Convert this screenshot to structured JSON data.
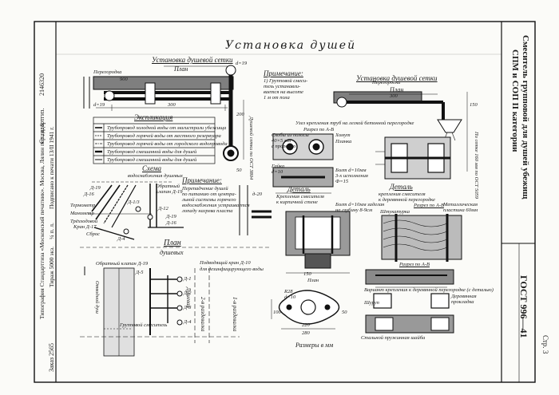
{
  "doc": {
    "title": "Установка душей",
    "gost": "ГОСТ 996—41",
    "page": "Стр. 3",
    "right_title_line1": "Смеситель групповой для душей убежищ",
    "right_title_line2": "СПМ и СОП II категории",
    "left_col_code": "2146320",
    "left_col_standard": "Стандартгиз.",
    "left_col_print": "Подписано к печати 13/II 1941 г.",
    "left_col_sheets": "¼ п. л.",
    "left_col_run": "Тираж 5000 экз.",
    "left_col_press": "Типография Стандартгиза «Московский печатник». Москва, Лялин пер., д. 6.",
    "left_col_order": "Заказ 2565"
  },
  "left_top": {
    "heading": "Установка душевой сетки",
    "plan": "План",
    "peregorodka": "Перегородка",
    "dim_900": "900",
    "dim_d19": "d=19",
    "dim_d19b": "d=19",
    "dim_300": "300",
    "dim_200": "200",
    "dim_50": "50",
    "side_label": "Душевой сетки по ОСТ 3804"
  },
  "note1": {
    "heading": "Примечание:",
    "lines": [
      "1) Групповой смеси-",
      "тель устанавли-",
      "вается на высоте",
      "1 м от пола"
    ]
  },
  "explication": {
    "heading": "Экспликация",
    "rows": [
      "Трубопровод холодной воды от магистрали убежища",
      "Трубопровод горячей воды от местного резервуара",
      "Трубопровод горячей воды от городского водопровода",
      "Трубопровод смешанной воды для душей",
      "Трубопровод смешанной воды для душей"
    ]
  },
  "scheme": {
    "heading": "Схема",
    "sub": "водоснабжения душевых",
    "labels": [
      "Д-19",
      "Д-16",
      "Д-1/3",
      "Д-12",
      "Термометр",
      "Манометр",
      "Трёхходовой",
      "Кран Д-17",
      "Сброс",
      "Д-4",
      "Обратный",
      "клапан Д-19",
      "Д-19",
      "Д-16",
      "д-20"
    ],
    "note_heading": "Примечание:",
    "note_lines": [
      "Перепадчение душей",
      "по питанию от центра-",
      "льной системы горячего",
      "водоснабжения устраивается",
      "лопаду нагрева пласта"
    ]
  },
  "plan_showers": {
    "heading": "План",
    "sub": "душевых",
    "labels": [
      "Обратный клапан Д-19",
      "Д-1",
      "Д-2",
      "Д-3",
      "Д-4",
      "Д-5",
      "Подводящий кран Д-10",
      "для дезинфицирующего воды",
      "Групповой смеситель",
      "Душевая",
      "2-я раздевалка",
      "1-я раздевалка"
    ],
    "side_label": "Отводной душ"
  },
  "right_top": {
    "heading": "Установка душевой сетки",
    "plan": "План",
    "peregorodka": "Перегородка",
    "dim_300": "300",
    "dim_150": "150",
    "side_label": "По сетке 160 мм по ОСТ 5059"
  },
  "details": {
    "knot_heading": "Узел крепления труб на легкой бетонной перегородке",
    "section_ab": "Разрез по А-В",
    "labels": [
      "Скобы из полосы",
      "40×5 мм",
      "с прорезью",
      "Хомут",
      "Планка",
      "Гайка",
      "d=10",
      "Болт d=10мм",
      "3-х исполнения",
      "Ф=15",
      "Деталь",
      "Крепления смесителя",
      "к кирпичной стене",
      "Деталь",
      "крепления смесителя",
      "к деревянной перегородке",
      "Болт d=10мм заделан",
      "на глубину 8-9см",
      "Металлическая",
      "пластина 60мм",
      "Штукатурка"
    ]
  },
  "bottom_right": {
    "section_top": "Разрез по А-В",
    "plan": "План",
    "section_mid": "Разрез по А-В",
    "dims": [
      "R28",
      "d=10",
      "150",
      "220",
      "280",
      "100",
      "50"
    ],
    "caption": "Размеры в мм",
    "note": "Вариант крепления к деревянной перегородке (с деталью)",
    "labels": [
      "Стальной пружинная шайба",
      "Шуруп",
      "Деревянная",
      "прокладка"
    ]
  }
}
